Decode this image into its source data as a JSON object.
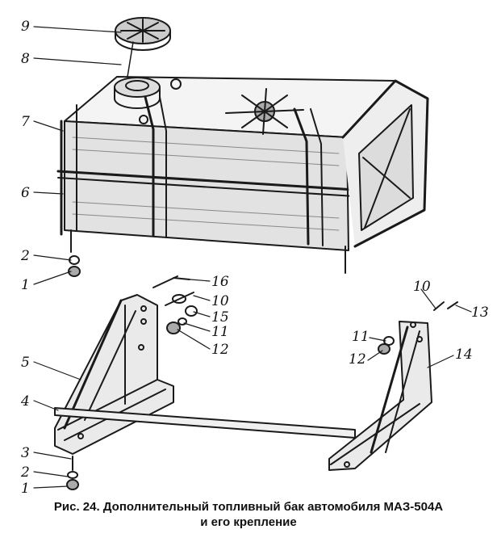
{
  "callouts": {
    "c9": "9",
    "c8": "8",
    "c7": "7",
    "c6": "6",
    "c2a": "2",
    "c1a": "1",
    "c16": "16",
    "c10a": "10",
    "c15": "15",
    "c11a": "11",
    "c12a": "12",
    "c5": "5",
    "c4": "4",
    "c3": "3",
    "c2b": "2",
    "c1b": "1",
    "c10b": "10",
    "c13": "13",
    "c11b": "11",
    "c12b": "12",
    "c14": "14"
  },
  "caption": {
    "line1": "Рис. 24. Дополнительный топливный бак автомобиля МАЗ-504А",
    "line2": "и его крепление"
  }
}
